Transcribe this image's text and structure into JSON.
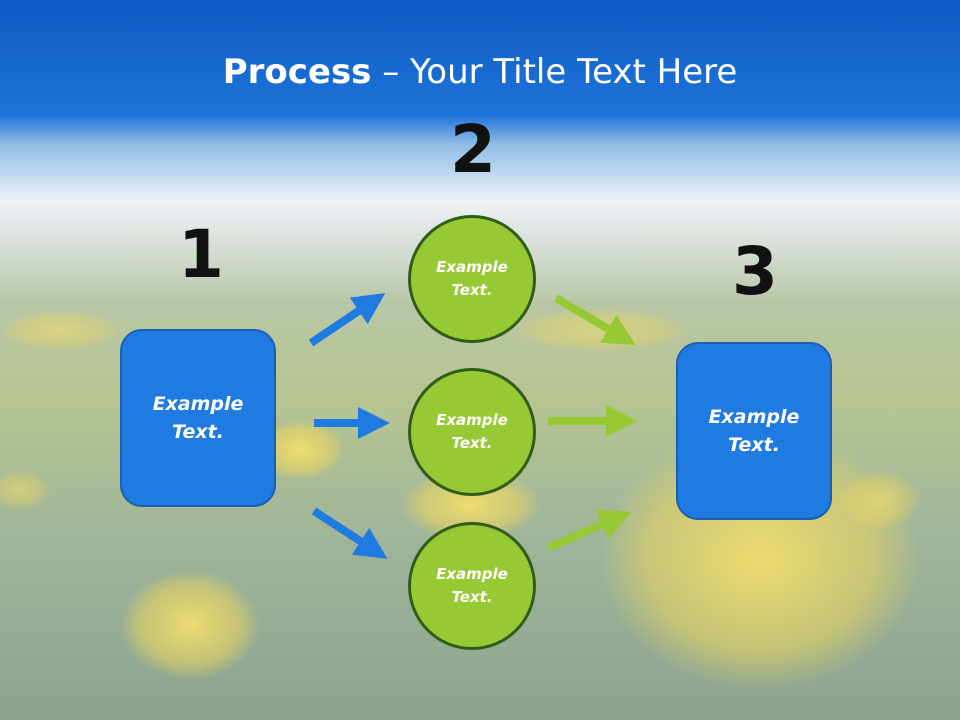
{
  "title": {
    "bold": "Process",
    "rest": " – Your Title Text Here"
  },
  "steps": [
    {
      "number": "1",
      "label": "Example\nText."
    },
    {
      "number": "2",
      "nodes": [
        "Example\nText.",
        "Example\nText.",
        "Example\nText."
      ]
    },
    {
      "number": "3",
      "label": "Example\nText."
    }
  ],
  "colors": {
    "blue": "#1f7be0",
    "green": "#97c934",
    "sky": "#1560c8",
    "grass": "#8aa880"
  }
}
